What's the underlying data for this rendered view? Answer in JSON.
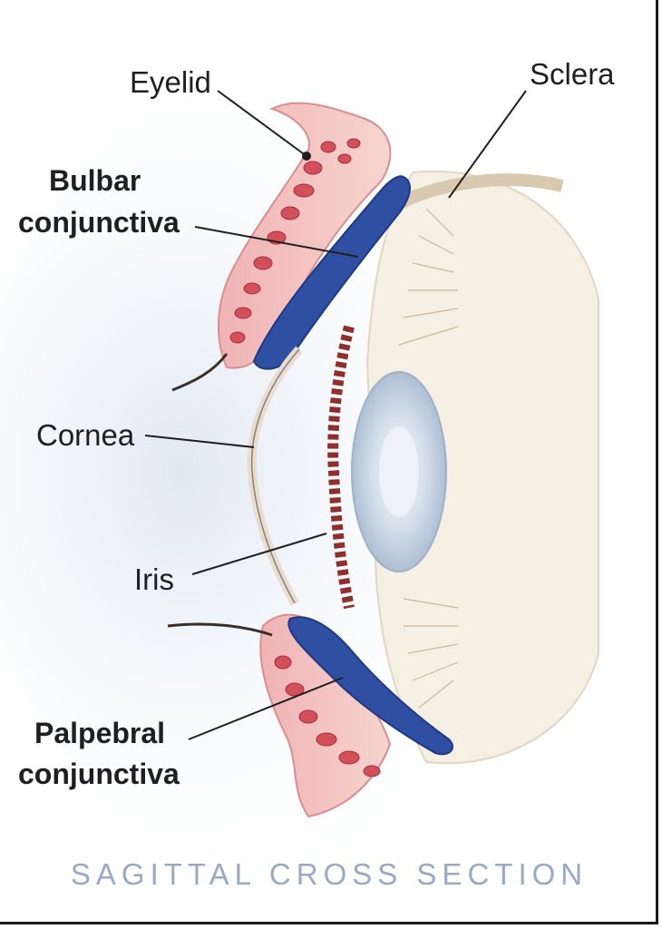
{
  "labels": {
    "eyelid": "Eyelid",
    "sclera": "Sclera",
    "bulbar_line1": "Bulbar",
    "bulbar_line2": "conjunctiva",
    "cornea": "Cornea",
    "iris": "Iris",
    "palpebral_line1": "Palpebral",
    "palpebral_line2": "conjunctiva"
  },
  "caption": "SAGITTAL CROSS SECTION",
  "colors": {
    "eyelid_tissue": "#e9a4a6",
    "gland_red": "#c9434f",
    "conjunctiva_blue": "#2f4fa3",
    "lens": "#c9d6e6",
    "sclera": "#f4ece0",
    "background_wash": "#e3ebf4",
    "caption": "#9aa9c6"
  }
}
